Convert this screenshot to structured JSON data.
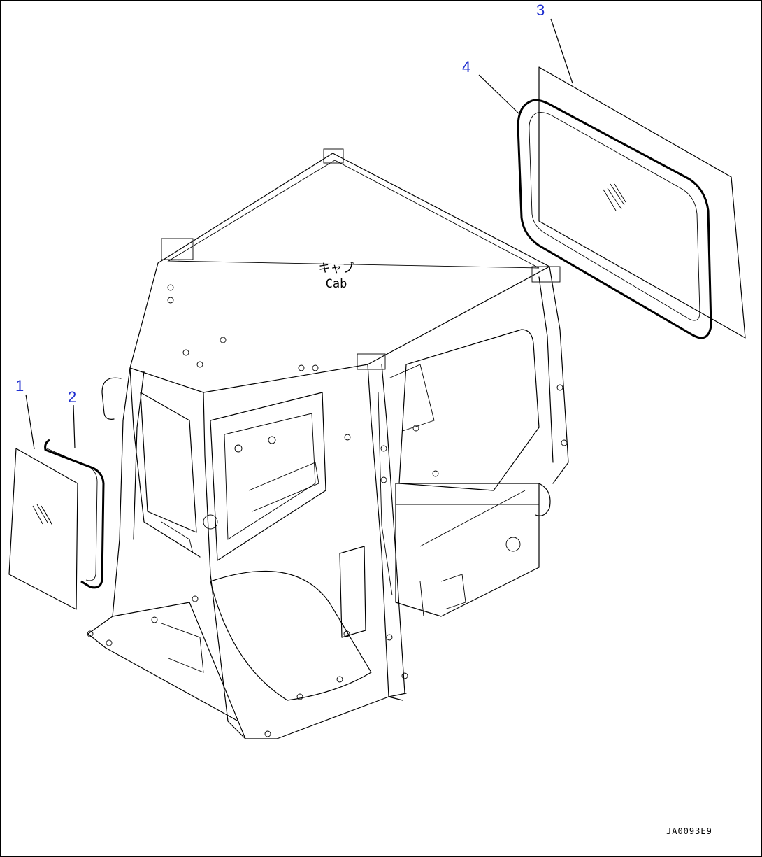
{
  "diagram": {
    "callouts": [
      {
        "id": "1",
        "label": "1"
      },
      {
        "id": "2",
        "label": "2"
      },
      {
        "id": "3",
        "label": "3"
      },
      {
        "id": "4",
        "label": "4"
      }
    ],
    "cab_label_jp": "キャブ",
    "cab_label_en": "Cab",
    "drawing_code": "JA0093E9",
    "colors": {
      "callout": "#1f2fd0",
      "line": "#000000",
      "background": "#ffffff"
    }
  }
}
